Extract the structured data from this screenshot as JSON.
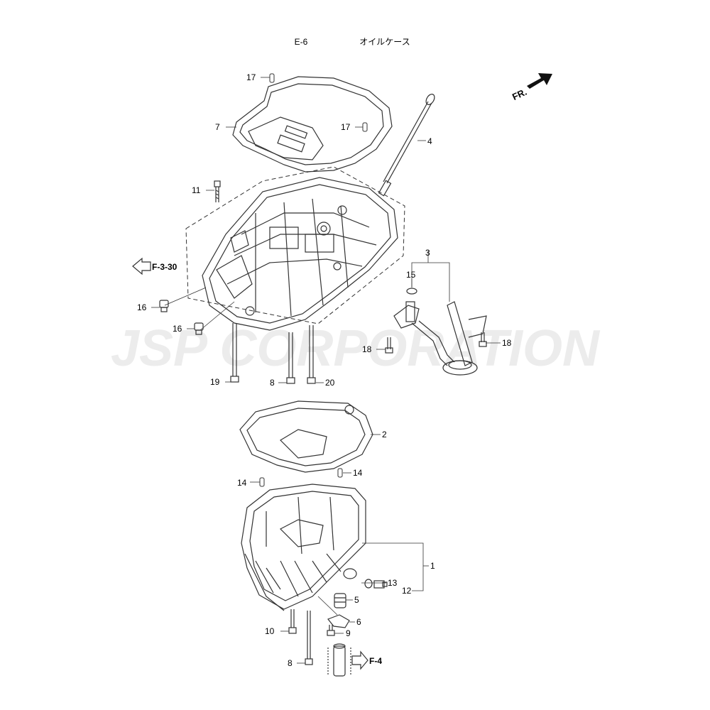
{
  "header": {
    "section_code": "E-6",
    "section_title": "オイルケース"
  },
  "direction_label": "FR.",
  "watermark": "JSP CORPORATION",
  "references": {
    "upper": "F-3-30",
    "lower": "F-4"
  },
  "callouts": {
    "c1": "1",
    "c2": "2",
    "c3": "3",
    "c4": "4",
    "c5": "5",
    "c6": "6",
    "c7": "7",
    "c8a": "8",
    "c8b": "8",
    "c9": "9",
    "c10": "10",
    "c11": "11",
    "c12": "12",
    "c13": "13",
    "c14a": "14",
    "c14b": "14",
    "c15": "15",
    "c16a": "16",
    "c16b": "16",
    "c17a": "17",
    "c17b": "17",
    "c18a": "18",
    "c18b": "18",
    "c19": "19",
    "c20": "20"
  },
  "colors": {
    "line": "#333333",
    "watermark": "#ececec"
  }
}
